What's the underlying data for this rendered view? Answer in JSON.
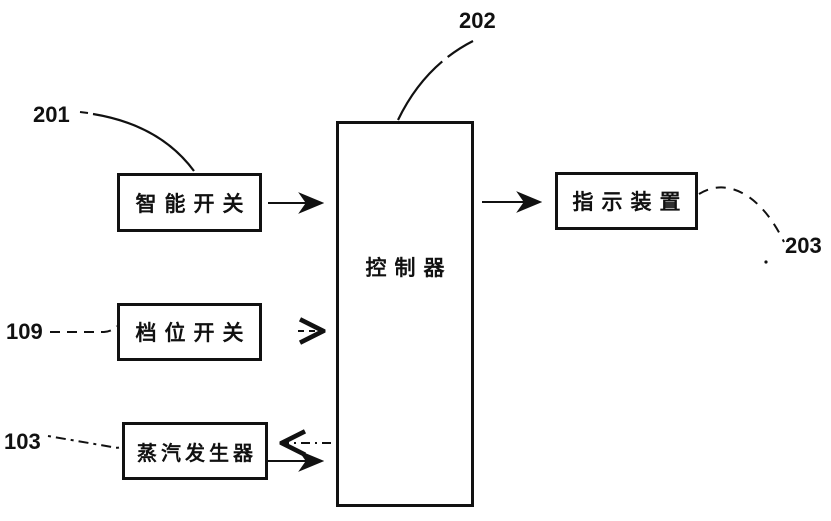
{
  "diagram": {
    "type": "block-diagram",
    "boxes": {
      "smart_switch": {
        "label": "智能开关",
        "ref": "201"
      },
      "gear_switch": {
        "label": "档位开关",
        "ref": "109"
      },
      "steam_generator": {
        "label": "蒸汽发生器",
        "ref": "103"
      },
      "controller": {
        "label": "控制器",
        "ref": "202"
      },
      "indicator": {
        "label": "指示装置",
        "ref": "203"
      }
    },
    "connections": [
      {
        "from": "智能开关",
        "to": "控制器",
        "style": "solid-arrow"
      },
      {
        "from": "控制器",
        "to": "指示装置",
        "style": "solid-arrow"
      },
      {
        "from": "档位开关",
        "to": "控制器",
        "style": "dashed-arrow"
      },
      {
        "from": "控制器",
        "to": "蒸汽发生器",
        "style": "dash-dot-arrow"
      },
      {
        "from": "蒸汽发生器",
        "to": "控制器",
        "style": "solid-arrow"
      }
    ],
    "colors": {
      "ink": "#111111",
      "background": "#ffffff"
    }
  }
}
